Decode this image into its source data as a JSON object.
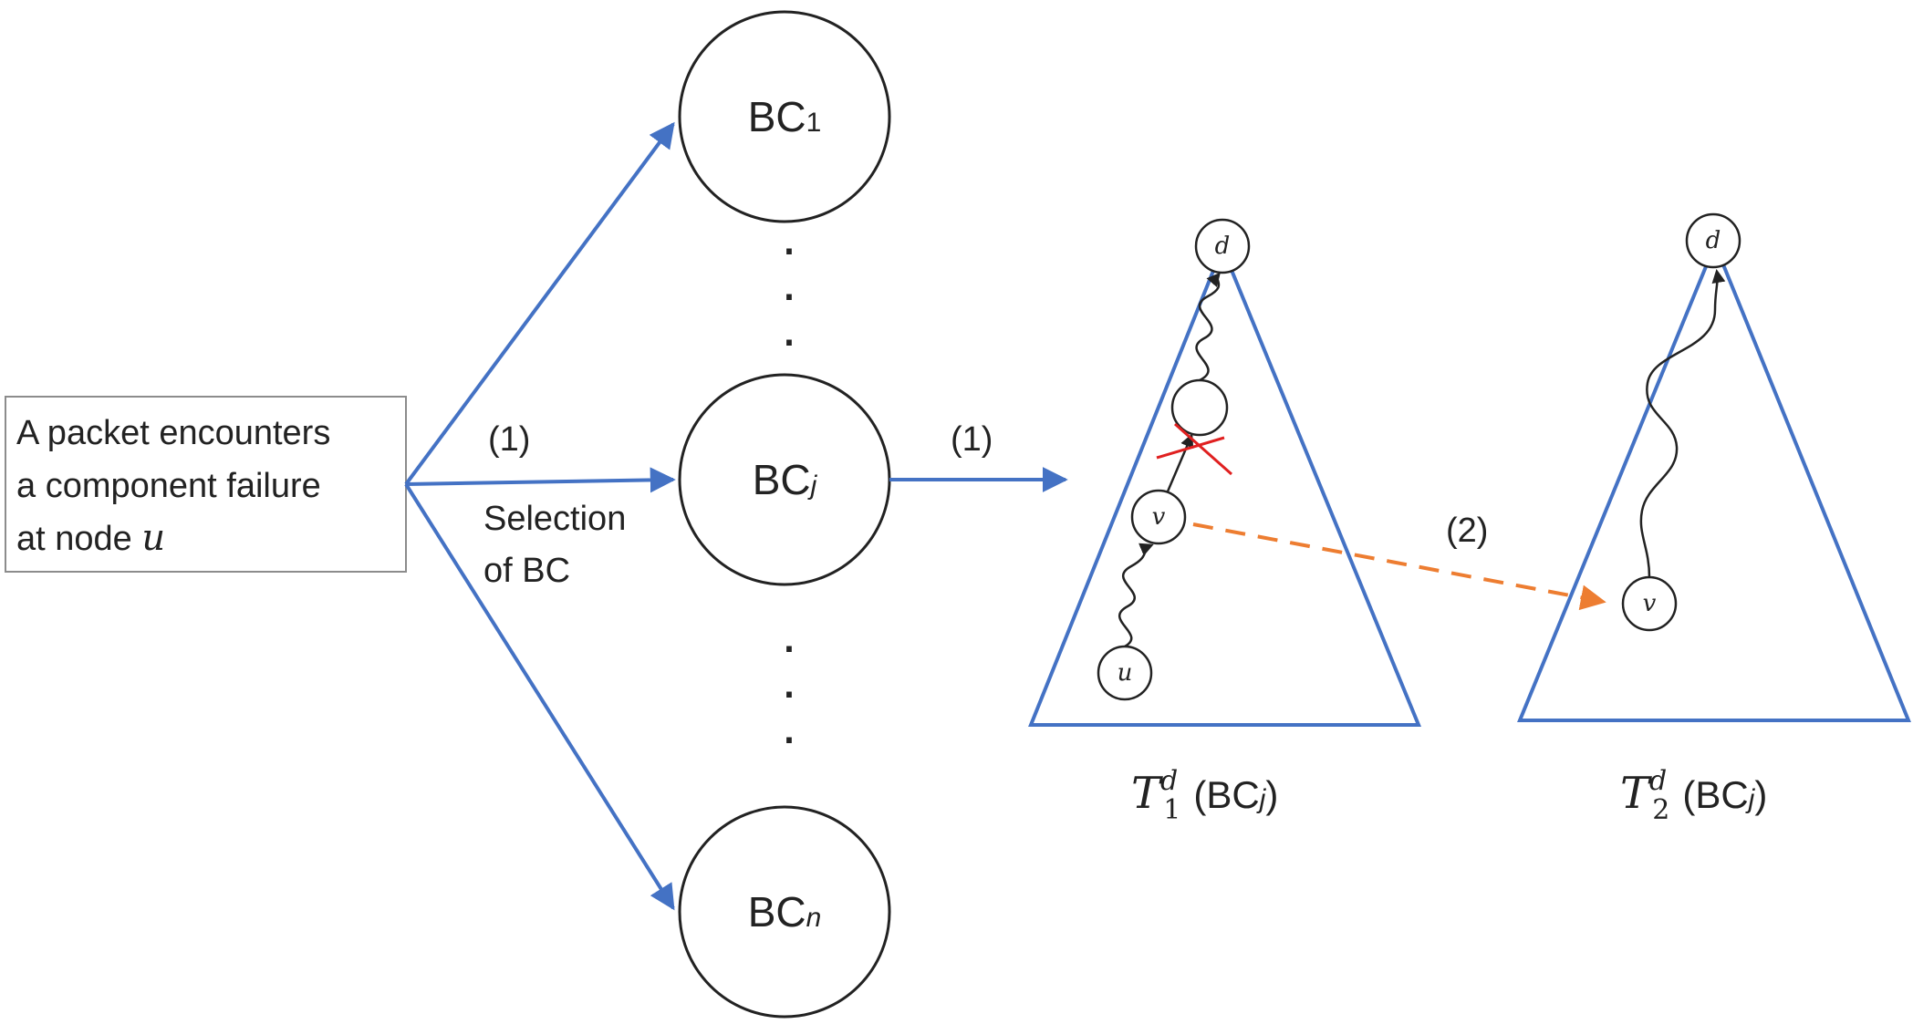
{
  "source_box": {
    "lines": [
      "A packet encounters",
      "a component failure",
      "at node "
    ],
    "node_var": "u"
  },
  "labels": {
    "step1_left": "(1)",
    "selection_line1": "Selection",
    "selection_line2": "of BC",
    "step1_right": "(1)",
    "step2": "(2)"
  },
  "bcs": [
    {
      "base": "BC",
      "sub": "1"
    },
    {
      "base": "BC",
      "sub": "j"
    },
    {
      "base": "BC",
      "sub": "n"
    }
  ],
  "ellipsis_char": "·",
  "tree1": {
    "caption_T": "T",
    "caption_sub": "1",
    "caption_sup": "d",
    "caption_paren": "(BC",
    "caption_j": "j",
    "caption_close": ")",
    "node_d": "d",
    "node_v": "v",
    "node_u": "u"
  },
  "tree2": {
    "caption_T": "T",
    "caption_sub": "2",
    "caption_sup": "d",
    "caption_paren": "(BC",
    "caption_j": "j",
    "caption_close": ")",
    "node_d": "d",
    "node_v": "v"
  },
  "colors": {
    "blue": "#4472c4",
    "orange": "#ed7d31",
    "red": "#e02020",
    "black": "#222222"
  }
}
